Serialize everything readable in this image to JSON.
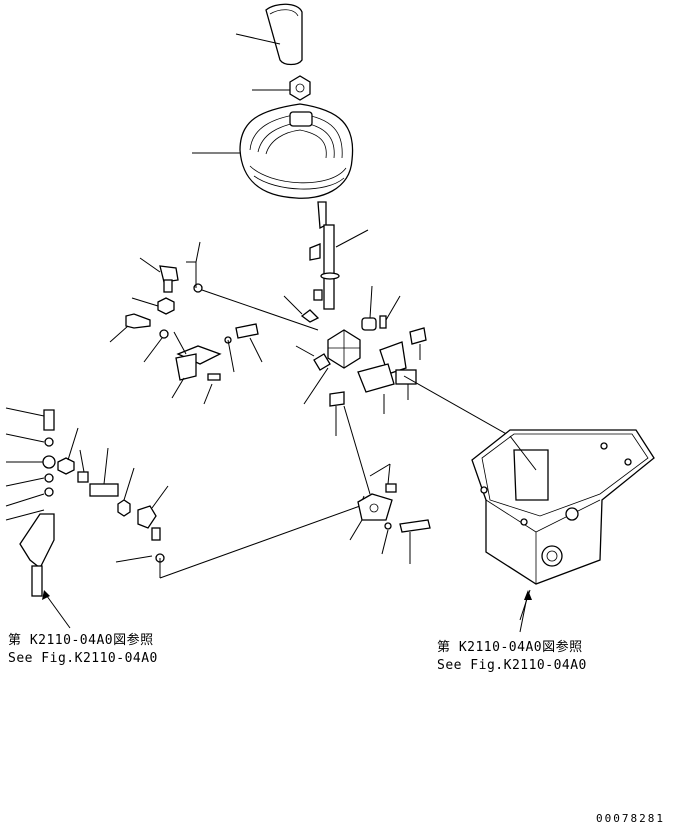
{
  "references": {
    "left": {
      "jp": "第 K2110-04A0図参照",
      "en": "See Fig.K2110-04A0"
    },
    "right": {
      "jp": "第 K2110-04A0図参照",
      "en": "See Fig.K2110-04A0"
    }
  },
  "drawing_number": "00078281"
}
